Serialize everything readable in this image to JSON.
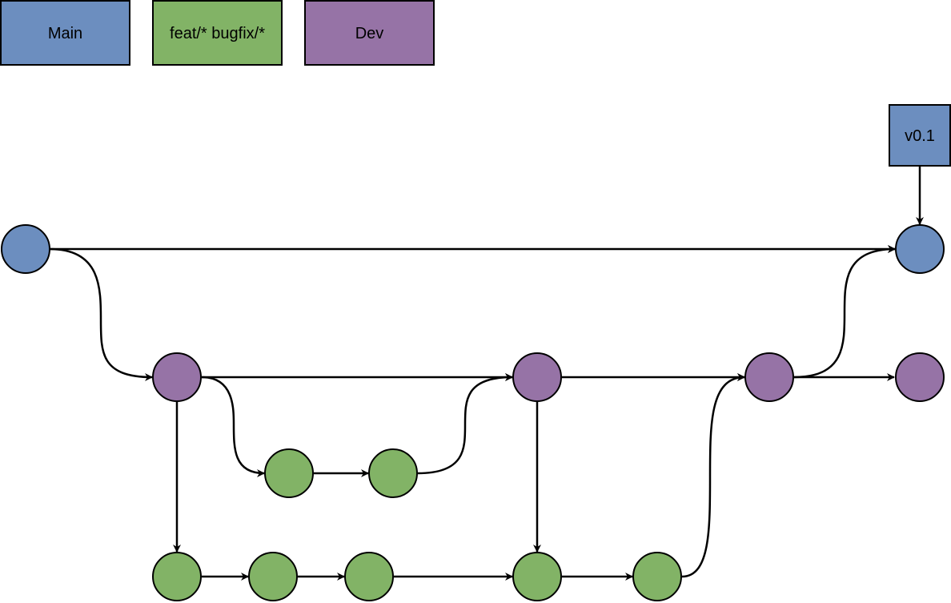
{
  "legend": [
    {
      "id": "main",
      "label": "Main",
      "color": "#6c8ebf"
    },
    {
      "id": "feature",
      "label": "feat/* bugfix/*",
      "color": "#82b366"
    },
    {
      "id": "dev",
      "label": "Dev",
      "color": "#9673a6"
    }
  ],
  "tag": {
    "label": "v0.1",
    "color": "#6c8ebf"
  },
  "colors": {
    "main": "#6c8ebf",
    "feature": "#82b366",
    "dev": "#9673a6",
    "stroke": "#000000"
  }
}
